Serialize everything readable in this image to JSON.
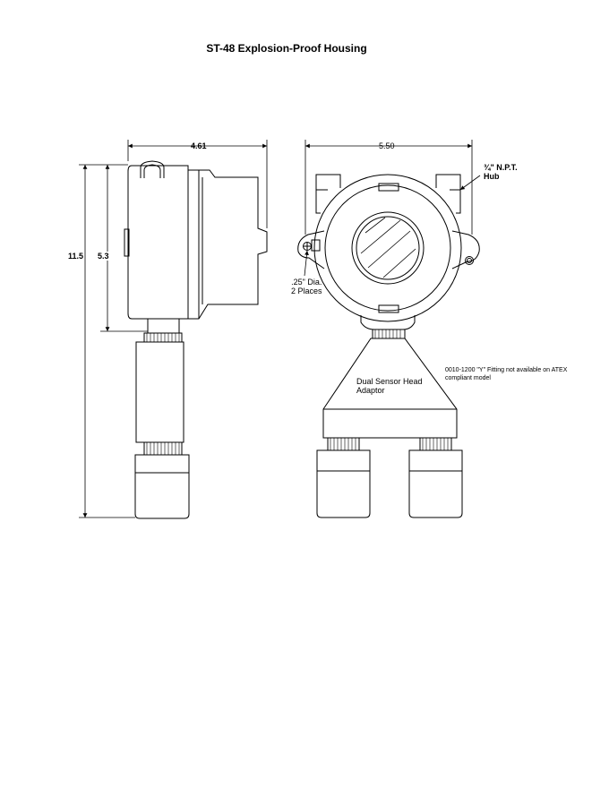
{
  "drawing": {
    "title": "ST-48 Explosion-Proof Housing",
    "dimensions": {
      "side_width": "4.61",
      "front_width": "5.50",
      "overall_height": "11.5",
      "housing_height": "5.3"
    },
    "labels": {
      "hub_line1": "¾\" N.P.T.",
      "hub_line2": "Hub",
      "hole_line1": ".25\" Dia.",
      "hole_line2": "2 Places",
      "adaptor_line1": "Dual Sensor Head",
      "adaptor_line2": "Adaptor",
      "note_line1": "0010-1200 \"Y\" Fitting not available on ATEX",
      "note_line2": "compliant model"
    }
  }
}
